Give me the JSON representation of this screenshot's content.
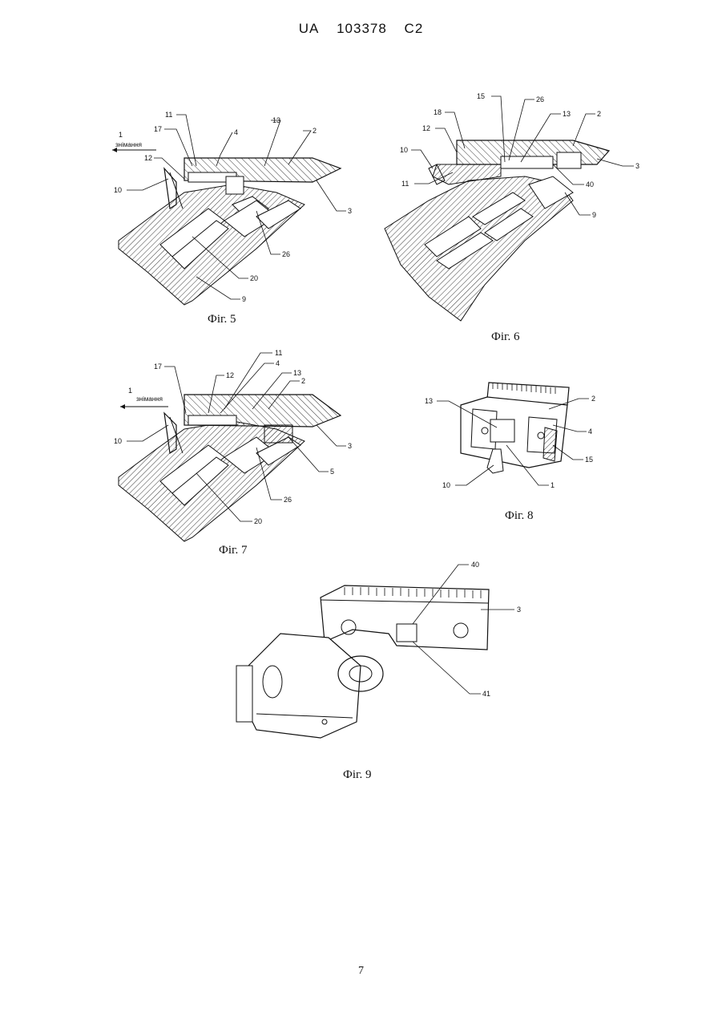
{
  "header": {
    "country": "UA",
    "number": "103378",
    "kind": "C2"
  },
  "page_number": "7",
  "figures": {
    "fig5": {
      "caption": "Фіг. 5",
      "direction_number": "1",
      "direction_word": "знімання",
      "labels": {
        "l11": "11",
        "l17": "17",
        "l4": "4",
        "l13": "13",
        "l2": "2",
        "l12": "12",
        "l10": "10",
        "l3": "3",
        "l26": "26",
        "l20": "20",
        "l9": "9"
      }
    },
    "fig6": {
      "caption": "Фіг. 6",
      "labels": {
        "l15": "15",
        "l26": "26",
        "l18": "18",
        "l13": "13",
        "l2": "2",
        "l12": "12",
        "l10": "10",
        "l3": "3",
        "l11": "11",
        "l40": "40",
        "l9": "9"
      }
    },
    "fig7": {
      "caption": "Фіг. 7",
      "direction_number": "1",
      "direction_word": "знімання",
      "labels": {
        "l11": "11",
        "l17": "17",
        "l4": "4",
        "l12": "12",
        "l13": "13",
        "l2": "2",
        "l10": "10",
        "l3": "3",
        "l5": "5",
        "l26": "26",
        "l20": "20"
      }
    },
    "fig8": {
      "caption": "Фіг. 8",
      "labels": {
        "l13": "13",
        "l2": "2",
        "l4": "4",
        "l15": "15",
        "l10": "10",
        "l1": "1"
      }
    },
    "fig9": {
      "caption": "Фіг. 9",
      "labels": {
        "l40": "40",
        "l3": "3",
        "l41": "41"
      }
    }
  }
}
